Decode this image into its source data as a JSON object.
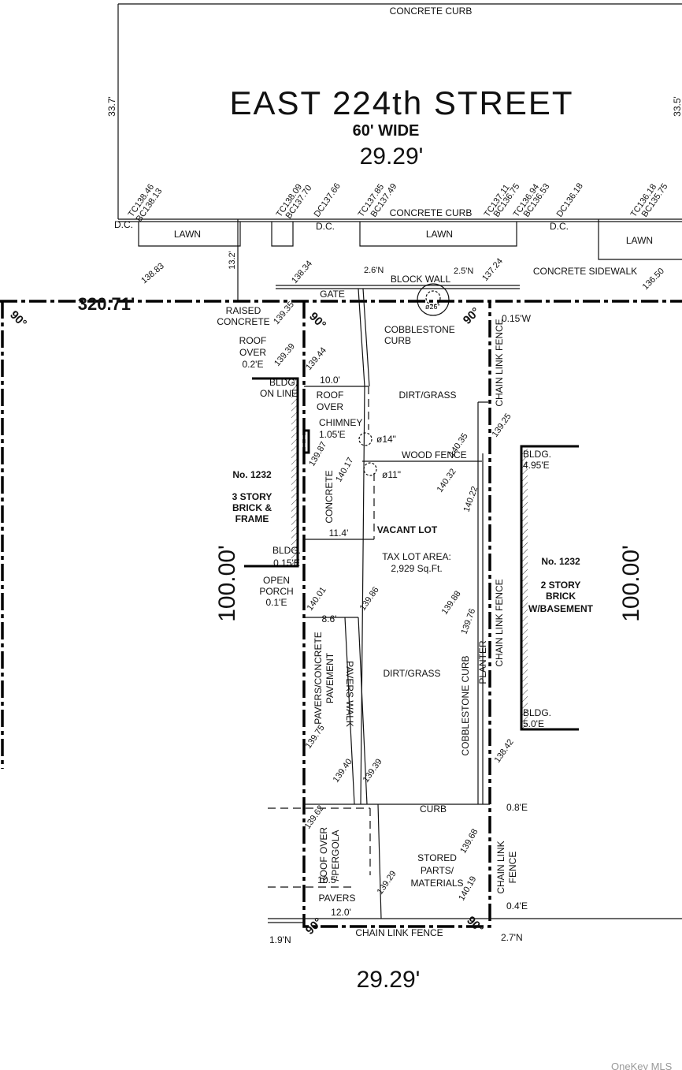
{
  "street": {
    "name": "EAST  224th  STREET",
    "width": "60' WIDE",
    "frontage": "29.29'",
    "curb_top": "CONCRETE CURB",
    "curb_bottom": "CONCRETE CURB",
    "left_dim": "33.7'",
    "right_dim": "33.5'",
    "sidewalk": "CONCRETE SIDEWALK"
  },
  "curb_elevations": [
    "TC138.46",
    "BC138.13",
    "TC138.09",
    "BC137.70",
    "DC137.66",
    "TC137.85",
    "BC137.49",
    "TC137.11",
    "BC136.75",
    "TC136.94",
    "BC136.53",
    "DC136.18",
    "TC136.18",
    "BC135.75"
  ],
  "dc_labels": [
    "D.C.",
    "D.C.",
    "D.C."
  ],
  "lawns": [
    "LAWN",
    "LAWN",
    "LAWN"
  ],
  "front": {
    "e1": "138.83",
    "e2": "138.34",
    "e3": "137.24",
    "e4": "136.50",
    "offset_13": "13.2'",
    "n1": "2.6'N",
    "n2": "2.5'N",
    "block_wall": "BLOCK WALL",
    "gate": "GATE",
    "distance_west": "320.71'",
    "tree": "ø26\""
  },
  "lot": {
    "vacant": "VACANT LOT",
    "area_label": "TAX LOT AREA:",
    "area_value": "2,929 Sq.Ft.",
    "side_dim_left": "100.00'",
    "side_dim_right": "100.00'",
    "rear": "29.29'",
    "angle": "90°",
    "labels": {
      "raised_concrete_1": "RAISED",
      "raised_concrete_2": "CONCRETE",
      "cobble_1": "COBBLESTONE",
      "cobble_2": "CURB",
      "roof1_1": "ROOF",
      "roof1_2": "OVER",
      "roof1_3": "0.2'E",
      "bldg_on_1": "BLDG.",
      "bldg_on_2": "ON LINE",
      "roof2_1": "ROOF",
      "roof2_2": "OVER",
      "chimney_1": "CHIMNEY",
      "chimney_2": "1.05'E",
      "dim_10": "10.0'",
      "dim_114": "11.4'",
      "dirt1": "DIRT/GRASS",
      "dirt2": "DIRT/GRASS",
      "concrete": "CONCRETE",
      "wood_fence": "WOOD FENCE",
      "t14": "ø14\"",
      "t11": "ø11\"",
      "bldg015_1": "BLDG.",
      "bldg015_2": "0.15'E",
      "porch_1": "OPEN",
      "porch_2": "PORCH",
      "porch_3": "0.1'E",
      "dim_86": "8.6'",
      "pavers_conc_1": "PAVERS/CONCRETE",
      "pavers_conc_2": "PAVEMENT",
      "pavers_walk": "PAVERS WALK",
      "cobble_curb": "COBBLESTONE CURB",
      "planter": "PLANTER",
      "clf1": "CHAIN LINK FENCE",
      "clf2": "CHAIN LINK FENCE",
      "clf3_1": "CHAIN LINK",
      "clf3_2": "FENCE",
      "clf_rear": "CHAIN LINK FENCE",
      "curb": "CURB",
      "pergola_1": "ROOF OVER",
      "pergola_2": "/ PERGOLA",
      "dim_105": "10.5'",
      "pavers": "PAVERS",
      "dim_12": "12.0'",
      "stored_1": "STORED",
      "stored_2": "PARTS/",
      "stored_3": "MATERIALS",
      "w015": "0.15'W",
      "e08": "0.8'E",
      "e04": "0.4'E",
      "n19": "1.9'N",
      "n27": "2.7'N"
    },
    "elevations": {
      "a": "139.35",
      "b": "139.39",
      "c": "139.44",
      "d": "139.87",
      "e": "140.17",
      "f": "140.35",
      "g": "139.25",
      "h": "140.32",
      "i": "140.22",
      "j": "140.01",
      "k": "139.86",
      "l": "139.88",
      "m": "139.76",
      "n": "139.75",
      "o": "139.40",
      "p": "139.39",
      "q": "138.42",
      "r": "139.62",
      "s": "139.68",
      "t": "139.29",
      "u": "140.19"
    }
  },
  "neighbors": {
    "left": {
      "no": "No. 1232",
      "d1": "3 STORY",
      "d2": "BRICK &",
      "d3": "FRAME"
    },
    "right": {
      "no": "No. 1232",
      "d1": "2 STORY",
      "d2": "BRICK",
      "d3": "W/BASEMENT",
      "t1": "BLDG.",
      "t2": "4.95'E",
      "b1": "BLDG.",
      "b2": "5.0'E"
    }
  },
  "watermark": "OneKey MLS"
}
